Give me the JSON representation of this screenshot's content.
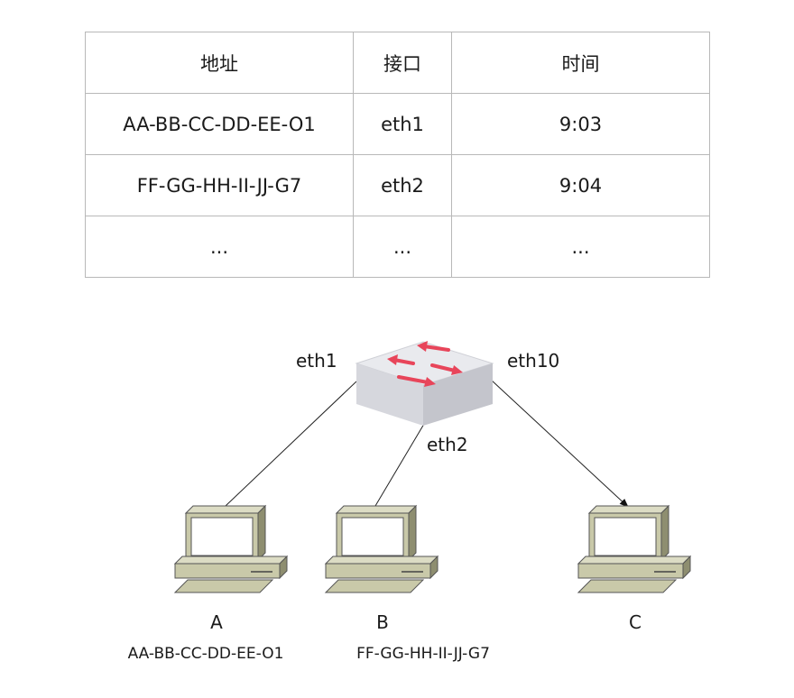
{
  "table": {
    "headers": [
      "地址",
      "接口",
      "时间"
    ],
    "rows": [
      [
        "AA-BB-CC-DD-EE-O1",
        "eth1",
        "9:03"
      ],
      [
        "FF-GG-HH-II-JJ-G7",
        "eth2",
        "9:04"
      ],
      [
        "...",
        "...",
        "..."
      ]
    ]
  },
  "diagram": {
    "ports": {
      "left": "eth1",
      "middle": "eth2",
      "right": "eth10"
    },
    "hosts": [
      {
        "name": "A",
        "mac": "AA-BB-CC-DD-EE-O1"
      },
      {
        "name": "B",
        "mac": "FF-GG-HH-II-JJ-G7"
      },
      {
        "name": "C",
        "mac": ""
      }
    ],
    "colors": {
      "switch_top": "#e9eaee",
      "switch_side": "#cdced4",
      "arrow": "#e8455a",
      "computer": "#c9c9a9"
    }
  }
}
